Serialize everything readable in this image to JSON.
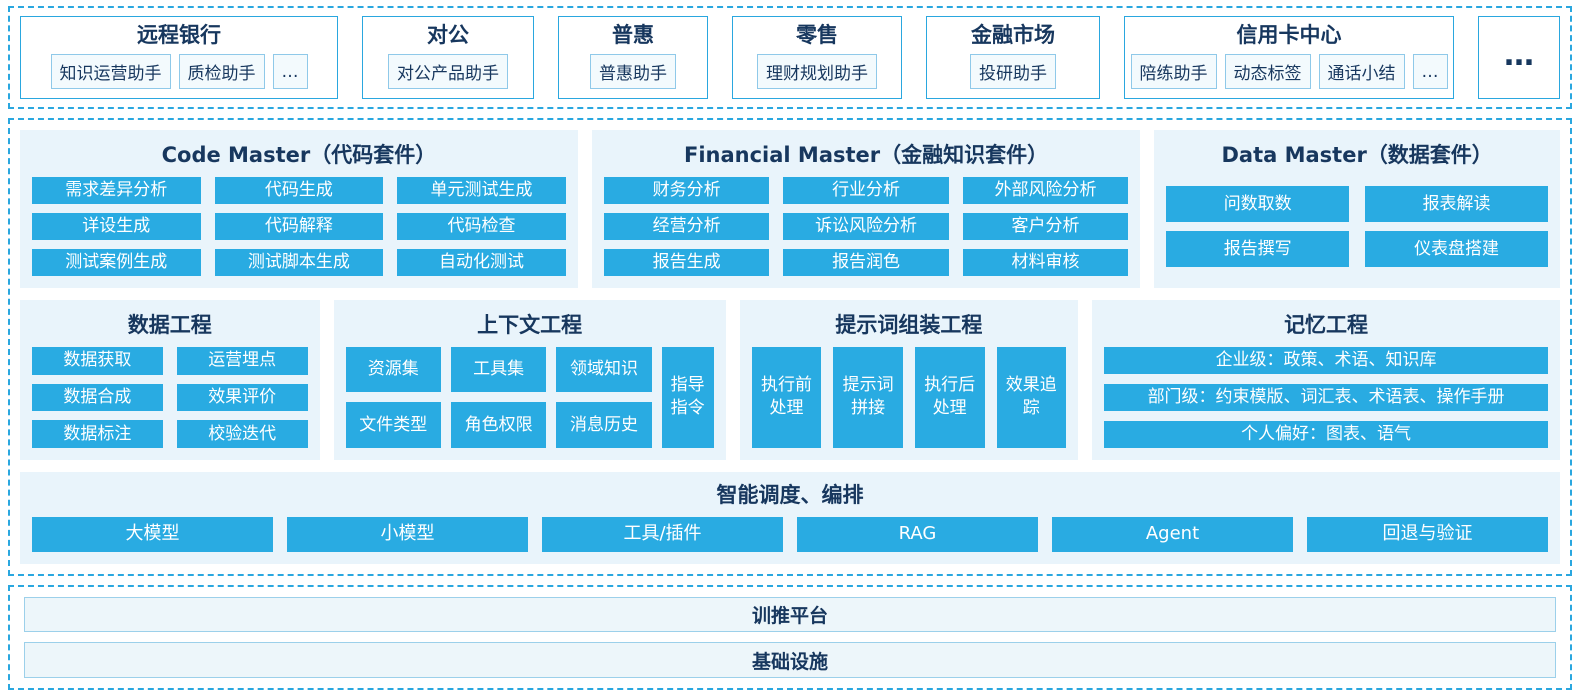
{
  "top": {
    "groups": [
      {
        "title": "远程银行",
        "chips": [
          "知识运营助手",
          "质检助手",
          "…"
        ]
      },
      {
        "title": "对公",
        "chips": [
          "对公产品助手"
        ]
      },
      {
        "title": "普惠",
        "chips": [
          "普惠助手"
        ]
      },
      {
        "title": "零售",
        "chips": [
          "理财规划助手"
        ]
      },
      {
        "title": "金融市场",
        "chips": [
          "投研助手"
        ]
      },
      {
        "title": "信用卡中心",
        "chips": [
          "陪练助手",
          "动态标签",
          "通话小结",
          "…"
        ]
      }
    ],
    "more": "…"
  },
  "suites": [
    {
      "title": "Code Master（代码套件）",
      "items": [
        "需求差异分析",
        "代码生成",
        "单元测试生成",
        "详设生成",
        "代码解释",
        "代码检查",
        "测试案例生成",
        "测试脚本生成",
        "自动化测试"
      ]
    },
    {
      "title": "Financial Master（金融知识套件）",
      "items": [
        "财务分析",
        "行业分析",
        "外部风险分析",
        "经营分析",
        "诉讼风险分析",
        "客户分析",
        "报告生成",
        "报告润色",
        "材料审核"
      ]
    },
    {
      "title": "Data Master（数据套件）",
      "items": [
        "问数取数",
        "报表解读",
        "报告撰写",
        "仪表盘搭建"
      ]
    }
  ],
  "engineering": {
    "data_eng": {
      "title": "数据工程",
      "items": [
        "数据获取",
        "运营埋点",
        "数据合成",
        "效果评价",
        "数据标注",
        "校验迭代"
      ]
    },
    "context_eng": {
      "title": "上下文工程",
      "items": [
        "资源集",
        "工具集",
        "领域知识",
        "文件类型",
        "角色权限",
        "消息历史"
      ],
      "tall": "指导指令"
    },
    "prompt_eng": {
      "title": "提示词组装工程",
      "items": [
        "执行前处理",
        "提示词拼接",
        "执行后处理",
        "效果追踪"
      ]
    },
    "memory_eng": {
      "title": "记忆工程",
      "rows": [
        "企业级：政策、术语、知识库",
        "部门级：约束模版、词汇表、术语表、操作手册",
        "个人偏好：图表、语气"
      ]
    }
  },
  "orchestration": {
    "title": "智能调度、编排",
    "items": [
      "大模型",
      "小模型",
      "工具/插件",
      "RAG",
      "Agent",
      "回退与验证"
    ]
  },
  "platform": {
    "rows": [
      "训推平台",
      "基础设施"
    ]
  },
  "colors": {
    "accent": "#29ABE2",
    "panel_bg": "#E9F4FB",
    "heading": "#17375E",
    "dashed_border": "#2AA7DF",
    "chip_bg": "#F3FAFD",
    "chip_border": "#8FC9E9",
    "platform_row_bg": "#EDF6FA"
  }
}
